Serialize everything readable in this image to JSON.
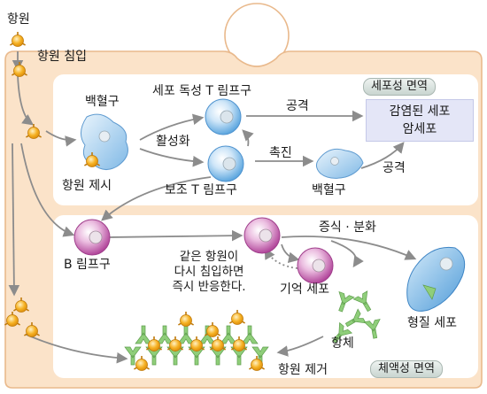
{
  "labels": {
    "antigen": "항원",
    "antigen_invasion": "항원 침입",
    "white_blood_cell": "백혈구",
    "antigen_presentation": "항원 제시",
    "activation": "활성화",
    "cytotoxic_t_cell": "세포 독성 T 림프구",
    "helper_t_cell": "보조 T 림프구",
    "attack_top": "공격",
    "promotion": "촉진",
    "white_blood_cell_2": "백혈구",
    "attack_bottom": "공격",
    "cell_mediated_immunity": "세포성 면역",
    "infected_cell_line1": "감염된 세포",
    "infected_cell_line2": "암세포",
    "b_cell": "B 림프구",
    "proliferation_differentiation": "증식 · 분화",
    "memory_note_line1": "같은 항원이",
    "memory_note_line2": "다시 침입하면",
    "memory_note_line3": "즉시 반응한다.",
    "memory_cell": "기억 세포",
    "plasma_cell": "형질 세포",
    "antibody": "항체",
    "antigen_removal": "항원 제거",
    "humoral_immunity": "체액성 면역"
  },
  "colors": {
    "body_fill": "#fbe3c9",
    "body_outline": "#e9b98c",
    "panel_fill": "#ffffff",
    "infected_box": "#e4e6f7",
    "antigen": "#f2a516",
    "t_cell": "#8fc3ea",
    "b_cell": "#c768b2",
    "plasma_cell": "#6aaee0",
    "antibody": "#8fce7a",
    "arrow": "#8c8c8c"
  }
}
